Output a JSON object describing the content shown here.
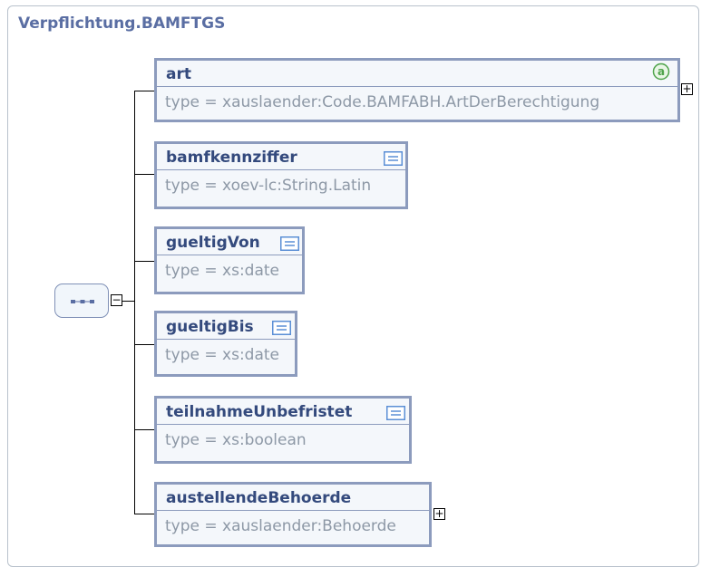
{
  "diagram": {
    "title": "Verpflichtung.BAMFTGS",
    "elements": [
      {
        "name": "art",
        "type": "type = xauslaender:Code.BAMFABH.ArtDerBerechtigung",
        "has_attribute": true,
        "expandable": true
      },
      {
        "name": "bamfkennziffer",
        "type": "type = xoev-lc:String.Latin",
        "has_doc": true
      },
      {
        "name": "gueltigVon",
        "type": "type = xs:date",
        "has_doc": true
      },
      {
        "name": "gueltigBis",
        "type": "type = xs:date",
        "has_doc": true
      },
      {
        "name": "teilnahmeUnbefristet",
        "type": "type = xs:boolean",
        "has_doc": true
      },
      {
        "name": "austellendeBehoerde",
        "type": "type = xauslaender:Behoerde",
        "expandable": true
      }
    ],
    "sequence": {
      "expanded": true
    },
    "symbols": {
      "collapse": "−",
      "expand": "+",
      "attribute": "a"
    },
    "colors": {
      "border": "#8c9bbd",
      "title": "#344a7d",
      "type_text": "#8d98a6",
      "attr": "#4ea34a"
    }
  }
}
